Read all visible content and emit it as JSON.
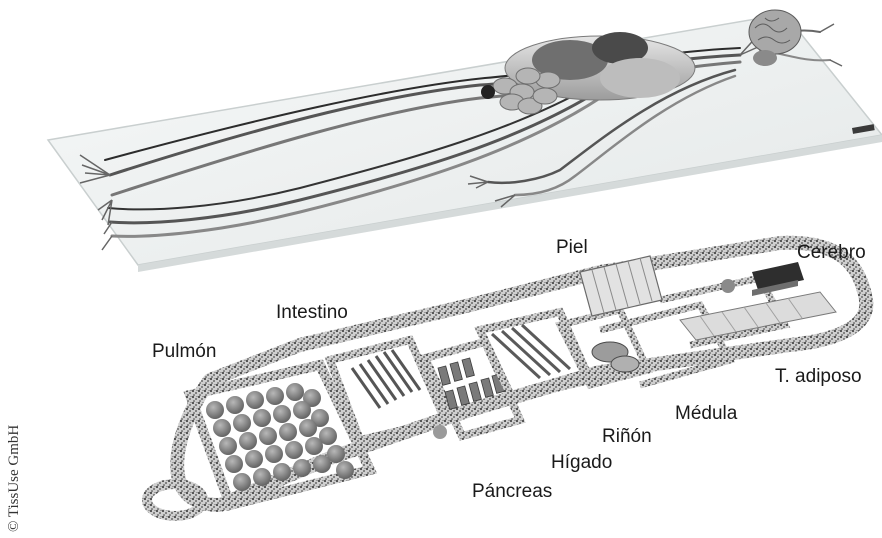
{
  "labels": {
    "piel": "Piel",
    "cerebro": "Cerebro",
    "intestino": "Intestino",
    "pulmon": "Pulmón",
    "t_adiposo": "T. adiposo",
    "medula": "Médula",
    "rinon": "Riñón",
    "higado": "Hígado",
    "pancreas": "Páncreas"
  },
  "credit": "© TissUse GmbH",
  "colors": {
    "background": "#ffffff",
    "glass": "#eef1f1",
    "channel_dark": "#3a3a3a",
    "channel_light": "#bdbdbd",
    "organ_gray": "#9a9a9a",
    "label_text": "#1a1a1a"
  }
}
